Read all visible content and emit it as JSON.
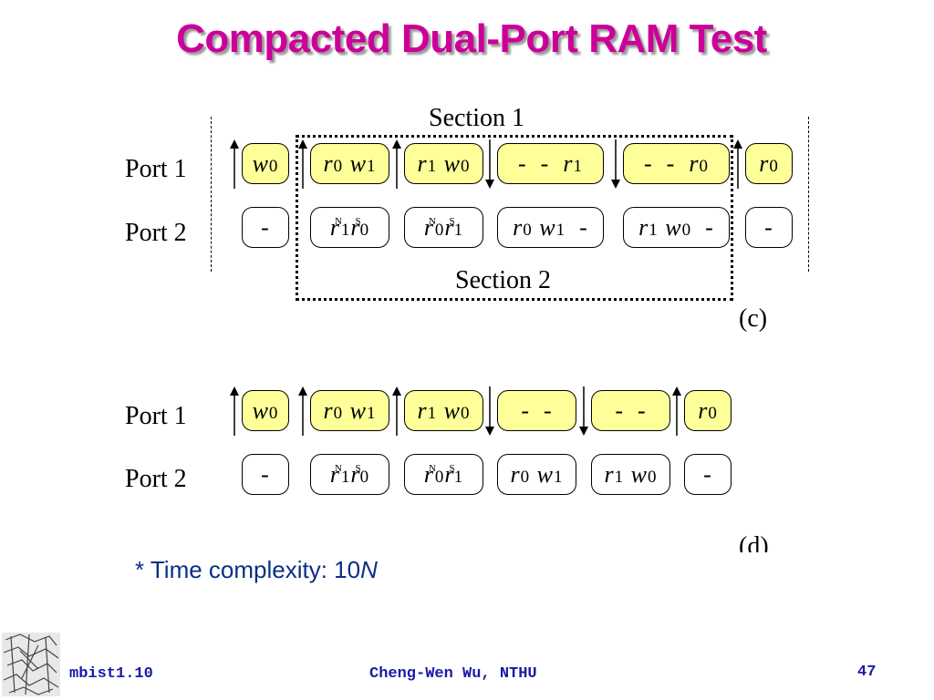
{
  "title": "Compacted Dual-Port RAM Test",
  "diagram_c": {
    "section1_label": "Section 1",
    "section2_label": "Section 2",
    "caption": "(c)",
    "port1_label": "Port 1",
    "port2_label": "Port 2",
    "port1": [
      {
        "html": "<i>w</i><span class='digit'>0</span>",
        "dir": "up"
      },
      {
        "html": "<i>r</i><span class='digit'>0</span> <i>w</i><span class='digit'>1</span>",
        "dir": "up"
      },
      {
        "html": "<i>r</i><span class='digit'>1</span> <i>w</i><span class='digit'>0</span>",
        "dir": "up"
      },
      {
        "html": "-&nbsp; -&nbsp; <i>r</i><span class='digit'>1</span>",
        "dir": "down"
      },
      {
        "html": "-&nbsp; -&nbsp; <i>r</i><span class='digit'>0</span>",
        "dir": "down"
      },
      {
        "html": "<i>r</i><span class='digit'>0</span>",
        "dir": "up"
      }
    ],
    "port2": [
      {
        "html": "-"
      },
      {
        "html": "<i>r</i><sup>N</sup><span class='digit'>1</span><i>r</i><sup>S</sup><span class='digit'>0</span>"
      },
      {
        "html": "<i>r</i><sup>N</sup><span class='digit'>0</span><i>r</i><sup>S</sup><span class='digit'>1</span>"
      },
      {
        "html": "<i>r</i><span class='digit'>0</span> <i>w</i><span class='digit'>1</span>&nbsp; -"
      },
      {
        "html": "<i>r</i><span class='digit'>1</span> <i>w</i><span class='digit'>0</span>&nbsp; -"
      },
      {
        "html": "-"
      }
    ]
  },
  "diagram_d": {
    "caption": "(d)",
    "port1_label": "Port 1",
    "port2_label": "Port 2",
    "port1": [
      {
        "html": "<i>w</i><span class='digit'>0</span>",
        "dir": "up"
      },
      {
        "html": "<i>r</i><span class='digit'>0</span> <i>w</i><span class='digit'>1</span>",
        "dir": "up"
      },
      {
        "html": "<i>r</i><span class='digit'>1</span> <i>w</i><span class='digit'>0</span>",
        "dir": "up"
      },
      {
        "html": "-&nbsp; -",
        "dir": "down"
      },
      {
        "html": "-&nbsp; -",
        "dir": "down"
      },
      {
        "html": "<i>r</i><span class='digit'>0</span>",
        "dir": "up"
      }
    ],
    "port2": [
      {
        "html": "-"
      },
      {
        "html": "<i>r</i><sup>N</sup><span class='digit'>1</span><i>r</i><sup>S</sup><span class='digit'>0</span>"
      },
      {
        "html": "<i>r</i><sup>N</sup><span class='digit'>0</span><i>r</i><sup>S</sup><span class='digit'>1</span>"
      },
      {
        "html": "<i>r</i><span class='digit'>0</span> <i>w</i><span class='digit'>1</span>"
      },
      {
        "html": "<i>r</i><span class='digit'>1</span> <i>w</i><span class='digit'>0</span>"
      },
      {
        "html": "-"
      }
    ]
  },
  "complexity": {
    "prefix": "* Time complexity: 10",
    "var": "N"
  },
  "footer": {
    "left": "mbist1.10",
    "center": "Cheng-Wen Wu, NTHU",
    "page": "47"
  },
  "colors": {
    "title": "#cc0099",
    "yellow_box": "#ffff99",
    "footer_text": "#1a1aa6",
    "complexity_text": "#0b2e86"
  }
}
